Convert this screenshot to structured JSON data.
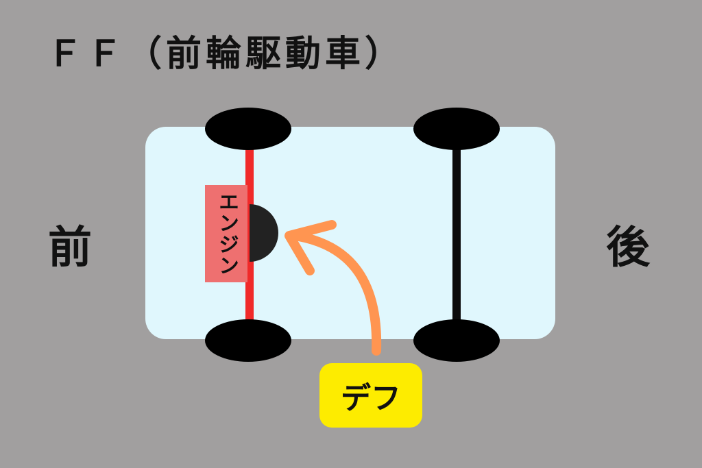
{
  "title": "ＦＦ（前輪駆動車）",
  "labels": {
    "front": "前",
    "rear": "後",
    "engine": "エンジン",
    "differential": "デフ"
  },
  "colors": {
    "background": "#a19f9f",
    "car_body": "#e0f7fd",
    "front_axle": "#f02a2a",
    "rear_axle": "#0b0b0b",
    "tire": "#000000",
    "engine_box": "#ee7070",
    "differential": "#222222",
    "arrow": "#ff9551",
    "diff_label_box": "#fdec00"
  }
}
